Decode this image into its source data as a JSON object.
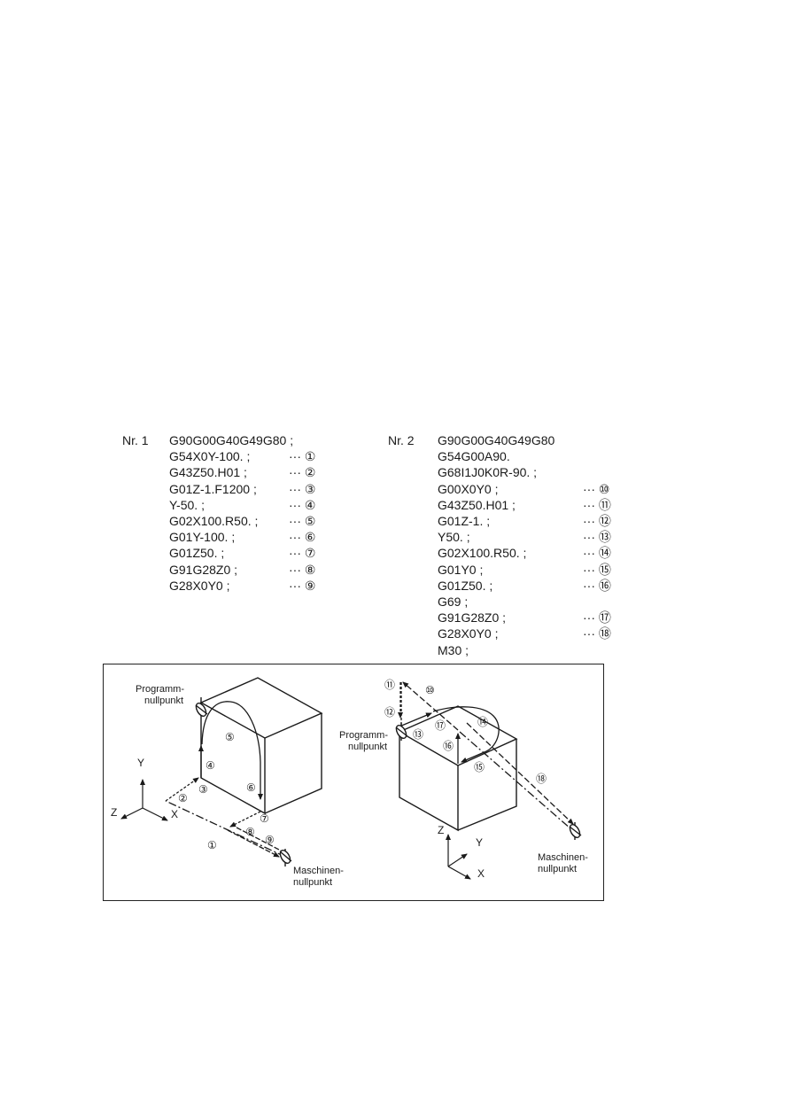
{
  "program1": {
    "label": "Nr. 1",
    "lines": [
      {
        "code": "G90G00G40G49G80 ;",
        "marker": ""
      },
      {
        "code": "G54X0Y-100. ;",
        "marker": "··· ①"
      },
      {
        "code": "G43Z50.H01 ;",
        "marker": "··· ②"
      },
      {
        "code": "G01Z-1.F1200 ;",
        "marker": "··· ③"
      },
      {
        "code": "Y-50. ;",
        "marker": "··· ④"
      },
      {
        "code": "G02X100.R50. ;",
        "marker": "··· ⑤"
      },
      {
        "code": "G01Y-100. ;",
        "marker": "··· ⑥"
      },
      {
        "code": "G01Z50. ;",
        "marker": "··· ⑦"
      },
      {
        "code": "G91G28Z0 ;",
        "marker": "··· ⑧"
      },
      {
        "code": "G28X0Y0 ;",
        "marker": "··· ⑨"
      }
    ]
  },
  "program2": {
    "label": "Nr. 2",
    "lines": [
      {
        "code": "G90G00G40G49G80",
        "marker": ""
      },
      {
        "code": "G54G00A90.",
        "marker": ""
      },
      {
        "code": "G68I1J0K0R-90. ;",
        "marker": ""
      },
      {
        "code": "G00X0Y0 ;",
        "marker": "··· ⑩"
      },
      {
        "code": "G43Z50.H01 ;",
        "marker": "··· ⑪"
      },
      {
        "code": "G01Z-1. ;",
        "marker": "··· ⑫"
      },
      {
        "code": "Y50. ;",
        "marker": "··· ⑬"
      },
      {
        "code": "G02X100.R50. ;",
        "marker": "··· ⑭"
      },
      {
        "code": "G01Y0 ;",
        "marker": "··· ⑮"
      },
      {
        "code": "G01Z50. ;",
        "marker": "··· ⑯"
      },
      {
        "code": "G69 ;",
        "marker": ""
      },
      {
        "code": "G91G28Z0 ;",
        "marker": "··· ⑰"
      },
      {
        "code": "G28X0Y0 ;",
        "marker": "··· ⑱"
      },
      {
        "code": "M30 ;",
        "marker": ""
      }
    ]
  },
  "diagram": {
    "left": {
      "program_zero_line1": "Programm-",
      "program_zero_line2": "nullpunkt",
      "machine_zero_line1": "Maschinen-",
      "machine_zero_line2": "nullpunkt",
      "axis_y": "Y",
      "axis_z": "Z",
      "axis_x": "X",
      "steps": [
        "①",
        "②",
        "③",
        "④",
        "⑤",
        "⑥",
        "⑦",
        "⑧",
        "⑨"
      ]
    },
    "right": {
      "program_zero_line1": "Programm-",
      "program_zero_line2": "nullpunkt",
      "machine_zero_line1": "Maschinen-",
      "machine_zero_line2": "nullpunkt",
      "axis_z": "Z",
      "axis_y": "Y",
      "axis_x": "X",
      "steps": [
        "⑩",
        "⑪",
        "⑫",
        "⑬",
        "⑭",
        "⑮",
        "⑯",
        "⑰",
        "⑱"
      ]
    }
  }
}
